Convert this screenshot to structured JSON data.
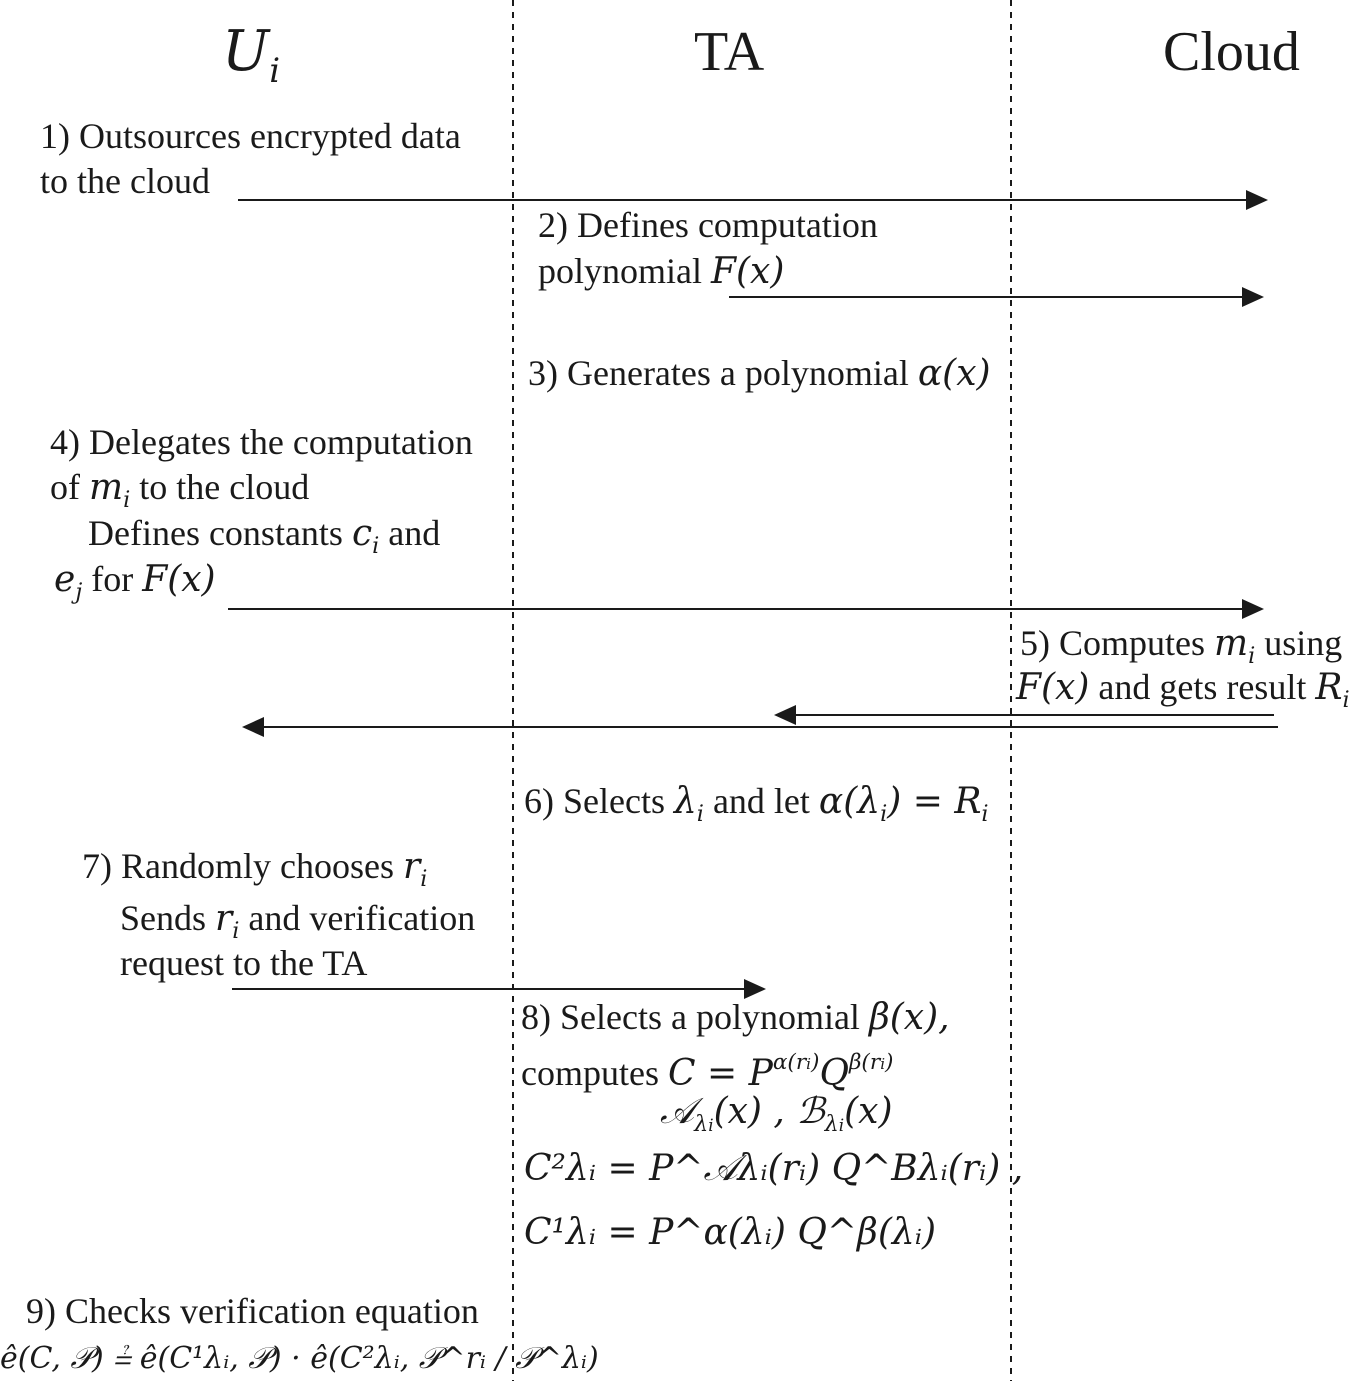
{
  "lanes": {
    "user": {
      "name": "U",
      "sub": "i"
    },
    "ta": {
      "name": "TA"
    },
    "cloud": {
      "name": "Cloud"
    }
  },
  "steps": {
    "s1": {
      "line1": "1)   Outsources encrypted data",
      "line2": "to the cloud"
    },
    "s2": {
      "line1": "2) Defines computation",
      "line2_text": "polynomial ",
      "line2_math": "F(x)"
    },
    "s3": {
      "text": "3) Generates a polynomial ",
      "math": "α(x)"
    },
    "s4": {
      "line1": "4) Delegates the computation",
      "line2_a": "of ",
      "line2_m": "m",
      "line2_sub": "i",
      "line2_b": " to the cloud",
      "line3_a": "Defines constants ",
      "line3_c": "c",
      "line3_sub": "i",
      "line3_b": " and",
      "line4_e": "e",
      "line4_sub": "j",
      "line4_for": " for ",
      "line4_f": "F(x)"
    },
    "s5": {
      "line1_a": "5) Computes ",
      "line1_m": "m",
      "line1_sub": "i",
      "line1_b": " using",
      "line2_f": "F(x)",
      "line2_a": " and gets result ",
      "line2_r": "R",
      "line2_sub": "i"
    },
    "s6": {
      "a": "6) Selects ",
      "lam": "λ",
      "lam_sub": "i",
      "b": " and let ",
      "alpha": "α(λ",
      "alpha_sub": "i",
      "alpha_close": ") = R",
      "r_sub": "i"
    },
    "s7": {
      "line1_a": "7) Randomly chooses ",
      "line1_r": "r",
      "line1_sub": "i",
      "line2_a": "Sends ",
      "line2_r": "r",
      "line2_sub": "i",
      "line2_b": " and verification",
      "line3": "request to the TA"
    },
    "s8": {
      "line1_a": "8) Selects a polynomial ",
      "line1_m": "β(x),",
      "line2_a": "computes ",
      "line2_c": "C = P",
      "line2_sup1": "α(r",
      "line2_sup1_sub": "i",
      "line2_sup1_close": ")",
      "line2_q": "Q",
      "line2_sup2": "β(r",
      "line2_sup2_sub": "i",
      "line2_sup2_close": ")",
      "line3_a": "𝒜",
      "line3_a_sub": "λ",
      "line3_a_subsub": "i",
      "line3_a_rest": "(x) , ",
      "line3_b": "ℬ",
      "line3_b_sub": "λ",
      "line3_b_subsub": "i",
      "line3_b_rest": "(x)",
      "line4": "C²λᵢ = P^𝒜λᵢ(rᵢ) Q^Bλᵢ(rᵢ) ,",
      "line5": "C¹λᵢ = P^α(λᵢ) Q^β(λᵢ)"
    },
    "s9": {
      "line1": "9) Checks verification equation",
      "line2": "ê(C, 𝒫) ≟ ê(C¹λᵢ, 𝒫) · ê(C²λᵢ, 𝒫^rᵢ / 𝒫^λᵢ)"
    }
  },
  "colors": {
    "ink": "#1a1a1a",
    "background": "#ffffff"
  }
}
